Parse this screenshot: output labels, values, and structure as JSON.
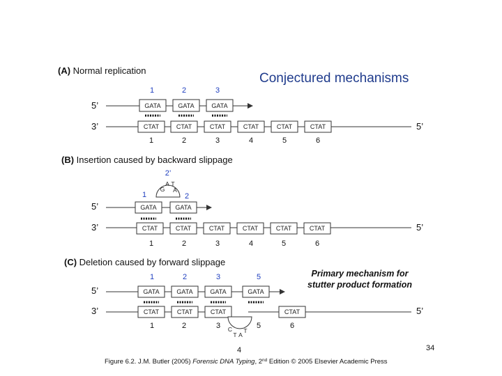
{
  "title": "Conjectured mechanisms",
  "panel_a": {
    "label_bold": "(A)",
    "label_text": " Normal replication",
    "top_numbers": [
      "1",
      "2",
      "3"
    ],
    "top_boxes": [
      "GATA",
      "GATA",
      "GATA"
    ],
    "bottom_boxes": [
      "CTAT",
      "CTAT",
      "CTAT",
      "CTAT",
      "CTAT",
      "CTAT"
    ],
    "bottom_numbers": [
      "1",
      "2",
      "3",
      "4",
      "5",
      "6"
    ],
    "end_top_left": "5’",
    "end_bottom_left": "3’",
    "end_bottom_right": "5’"
  },
  "panel_b": {
    "label_bold": "(B)",
    "label_text": " Insertion caused by backward slippage",
    "loop_number": "2’",
    "loop_letters": [
      "G",
      "A",
      "T",
      "A"
    ],
    "top_numbers": [
      "1",
      "2"
    ],
    "top_boxes": [
      "GATA",
      "GATA"
    ],
    "bottom_boxes": [
      "CTAT",
      "CTAT",
      "CTAT",
      "CTAT",
      "CTAT",
      "CTAT"
    ],
    "bottom_numbers": [
      "1",
      "2",
      "3",
      "4",
      "5",
      "6"
    ],
    "end_top_left": "5’",
    "end_bottom_left": "3’",
    "end_bottom_right": "5’"
  },
  "panel_c": {
    "label_bold": "(C)",
    "label_text": " Deletion caused by forward slippage",
    "top_numbers": [
      "1",
      "2",
      "3",
      "5"
    ],
    "top_boxes": [
      "GATA",
      "GATA",
      "GATA",
      "GATA"
    ],
    "bottom_boxes": [
      "CTAT",
      "CTAT",
      "CTAT",
      "CTAT"
    ],
    "bottom_numbers": [
      "1",
      "2",
      "3",
      "5",
      "6"
    ],
    "loop_letters": [
      "C",
      "T",
      "A",
      "T"
    ],
    "loop_number": "4",
    "end_top_left": "5’",
    "end_bottom_left": "3’",
    "end_bottom_right": "5’"
  },
  "primary_note": [
    "Primary mechanism for",
    "stutter product formation"
  ],
  "page_number": "34",
  "caption": {
    "part1": "Figure 6.2. J.M. Butler (2005) ",
    "italic": "Forensic DNA Typing",
    "part2": ", 2",
    "sup": "nd",
    "part3": " Edition © 2005 Elsevier Academic Press"
  },
  "colors": {
    "title": "#1f3b8c",
    "blue_numbers": "#1f3fbf"
  }
}
